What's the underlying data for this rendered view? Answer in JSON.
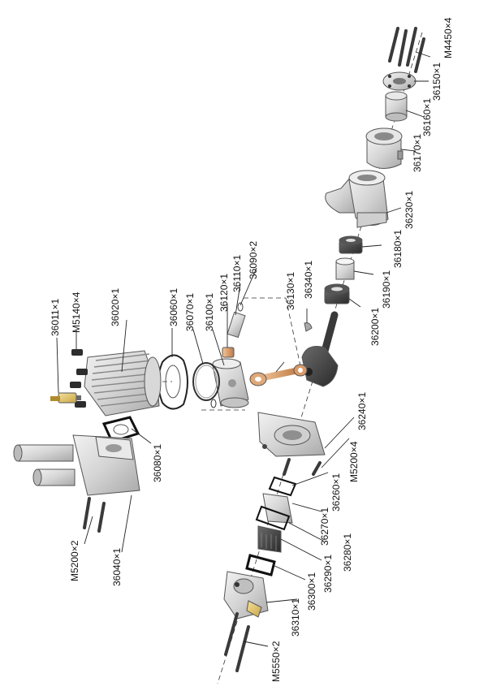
{
  "parts": [
    {
      "id": "p1",
      "label": "M4450×4"
    },
    {
      "id": "p2",
      "label": "36150×1"
    },
    {
      "id": "p3",
      "label": "36160×1"
    },
    {
      "id": "p4",
      "label": "36170×1"
    },
    {
      "id": "p5",
      "label": "36230×1"
    },
    {
      "id": "p6",
      "label": "36180×1"
    },
    {
      "id": "p7",
      "label": "36190×1"
    },
    {
      "id": "p8",
      "label": "36200×1"
    },
    {
      "id": "p9",
      "label": "36340×1"
    },
    {
      "id": "p10",
      "label": "36130×1"
    },
    {
      "id": "p11",
      "label": "36090×2"
    },
    {
      "id": "p12",
      "label": "36110×1"
    },
    {
      "id": "p13",
      "label": "36120×1"
    },
    {
      "id": "p14",
      "label": "36100×1"
    },
    {
      "id": "p15",
      "label": "36070×1"
    },
    {
      "id": "p16",
      "label": "36060×1"
    },
    {
      "id": "p17",
      "label": "36020×1"
    },
    {
      "id": "p18",
      "label": "M5140×4"
    },
    {
      "id": "p19",
      "label": "36011×1"
    },
    {
      "id": "p20",
      "label": "36080×1"
    },
    {
      "id": "p21",
      "label": "36240×1"
    },
    {
      "id": "p22",
      "label": "M5200×4"
    },
    {
      "id": "p23",
      "label": "36260×1"
    },
    {
      "id": "p24",
      "label": "36270×1"
    },
    {
      "id": "p25",
      "label": "36280×1"
    },
    {
      "id": "p26",
      "label": "36290×1"
    },
    {
      "id": "p27",
      "label": "36300×1"
    },
    {
      "id": "p28",
      "label": "36310×1"
    },
    {
      "id": "p29",
      "label": "M5550×2"
    },
    {
      "id": "p30",
      "label": "M5200×2"
    },
    {
      "id": "p31",
      "label": "36040×1"
    }
  ]
}
